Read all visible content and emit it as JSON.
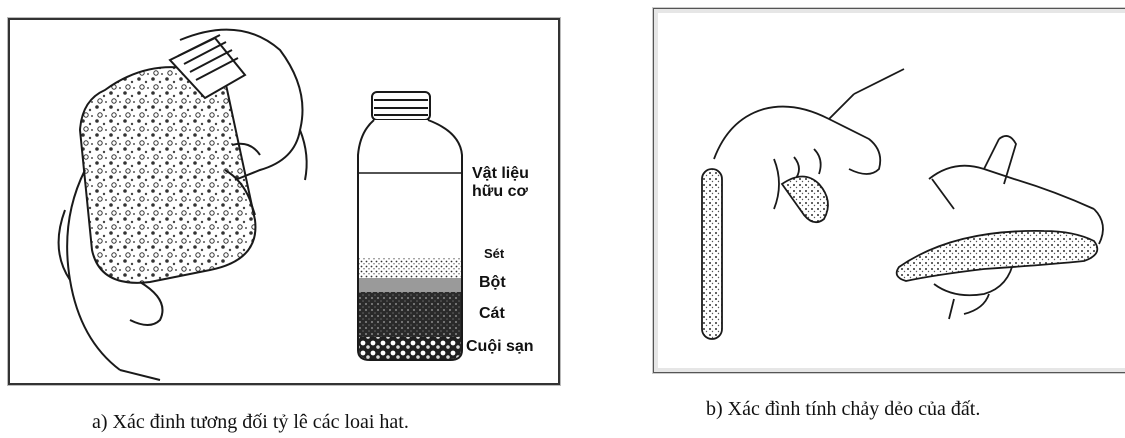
{
  "panel_a": {
    "labels": {
      "organic": [
        "Vật liệu",
        "hữu cơ"
      ],
      "clay": "Sét",
      "silt": "Bột",
      "sand": "Cát",
      "gravel": "Cuội sạn"
    },
    "caption": "a) Xác đinh tương đối tỷ lê các loai hat."
  },
  "panel_b": {
    "caption": "b) Xác đình tính chảy dẻo của đất."
  },
  "colors": {
    "line": "#1a1a1a",
    "sediment_dark": "#222222",
    "paper": "#ffffff"
  }
}
